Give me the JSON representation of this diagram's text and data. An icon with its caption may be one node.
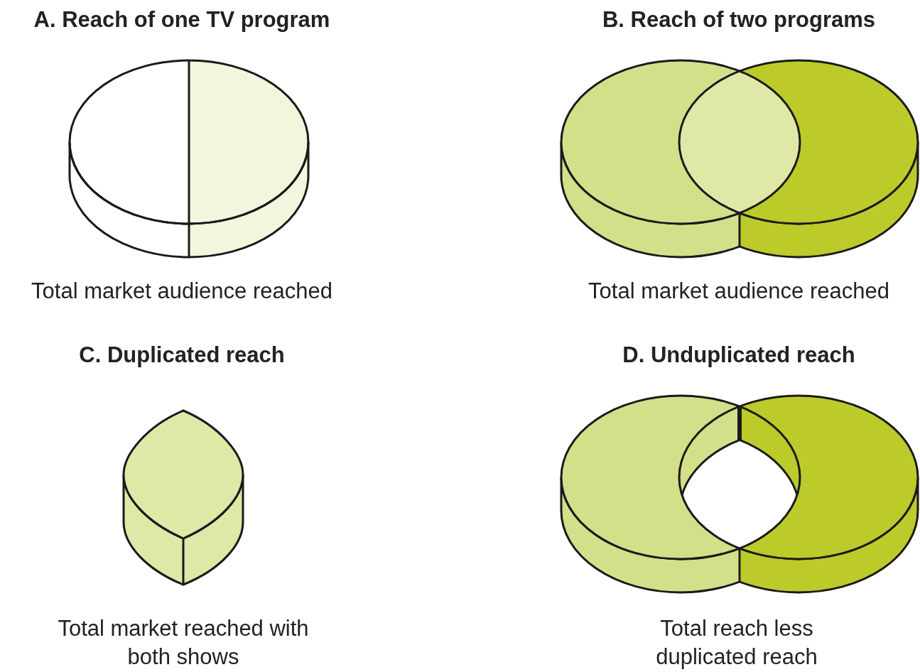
{
  "diagram": {
    "labels": [
      "A. Reach of one TV program",
      "B. Reach of two programs",
      "Total market audience reached",
      "Total market audience reached",
      "C. Duplicated reach",
      "D. Unduplicated reach",
      "Total market reached with both shows",
      "Total reach less duplicated reach"
    ]
  }
}
